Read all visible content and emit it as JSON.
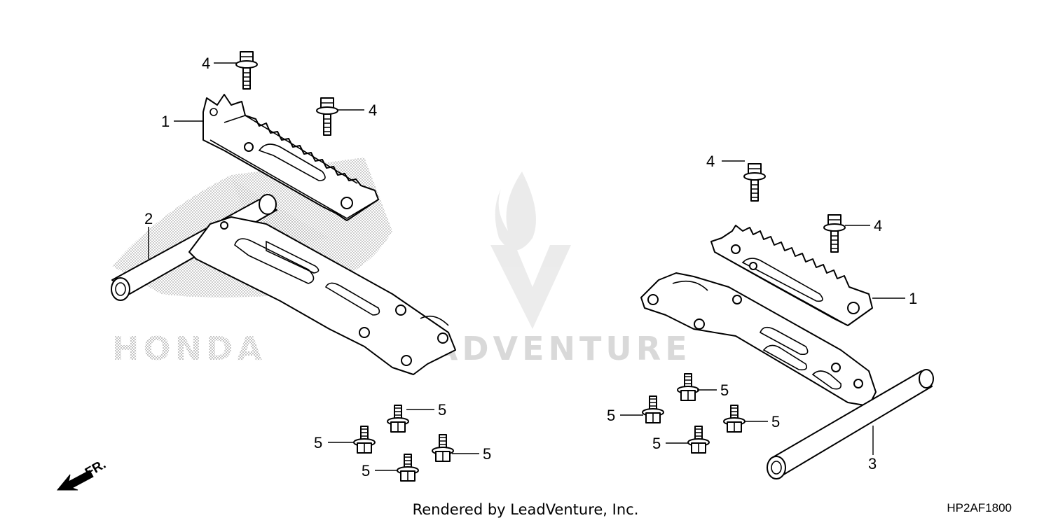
{
  "watermark": {
    "brand_left": "HONDA",
    "brand_right": "LEADVENTURE"
  },
  "direction_arrow": {
    "label": "FR."
  },
  "callouts": {
    "left_step_1": "1",
    "left_bar_2": "2",
    "left_bolt_4a": "4",
    "left_bolt_4b": "4",
    "left_bolt_5a": "5",
    "left_bolt_5b": "5",
    "left_bolt_5c": "5",
    "left_bolt_5d": "5",
    "right_step_1": "1",
    "right_bar_3": "3",
    "right_bolt_4a": "4",
    "right_bolt_4b": "4",
    "right_bolt_5a": "5",
    "right_bolt_5b": "5",
    "right_bolt_5c": "5",
    "right_bolt_5d": "5"
  },
  "footer": {
    "rendered_by": "Rendered by LeadVenture, Inc.",
    "diagram_code": "HP2AF1800"
  }
}
